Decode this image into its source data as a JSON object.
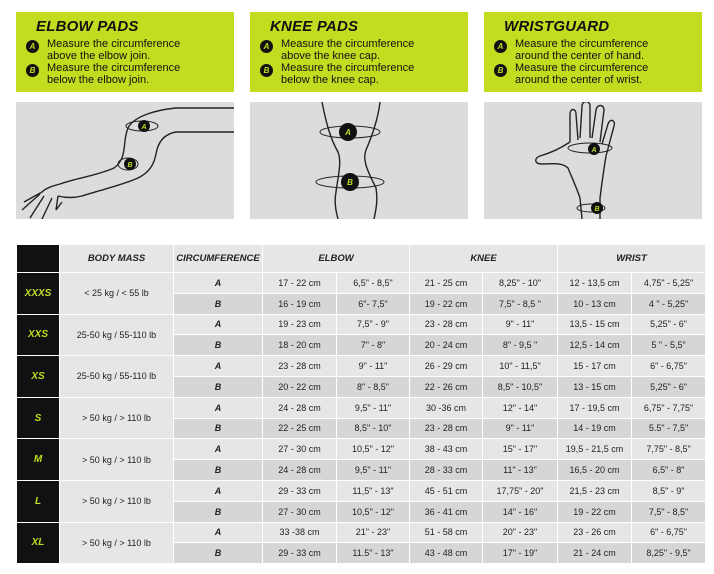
{
  "panels": [
    {
      "title": "ELBOW PADS",
      "a_text": "Measure the circumference above the elbow join.",
      "b_text": "Measure the circumference below the elbow join."
    },
    {
      "title": "KNEE PADS",
      "a_text": "Measure the circumference above the knee cap.",
      "b_text": "Measure the circumference below the knee cap."
    },
    {
      "title": "WRISTGUARD",
      "a_text": "Measure the circumference around the center of hand.",
      "b_text": "Measure the circumference around the center of wrist."
    }
  ],
  "badge_a": "A",
  "badge_b": "B",
  "colors": {
    "accent": "#c3dc1f",
    "dark": "#111111",
    "cell_light": "#e6e6e6",
    "cell_dark": "#d6d6d6",
    "illustration_bg": "#dcdcdc"
  },
  "table": {
    "headers": {
      "body_mass": "BODY MASS",
      "circumference": "CIRCUMFERENCE",
      "elbow": "ELBOW",
      "knee": "KNEE",
      "wrist": "WRIST"
    },
    "sizes": [
      {
        "size": "XXXS",
        "mass": "< 25 kg  / < 55 lb",
        "a": {
          "label": "A",
          "elbow_cm": "17 - 22 cm",
          "elbow_in": "6,5\" - 8,5\"",
          "knee_cm": "21 - 25 cm",
          "knee_in": "8,25\" - 10\"",
          "wrist_cm": "12 - 13,5 cm",
          "wrist_in": "4,75\" - 5,25\""
        },
        "b": {
          "label": "B",
          "elbow_cm": "16 - 19 cm",
          "elbow_in": "6\"- 7,5\"",
          "knee_cm": "19 - 22 cm",
          "knee_in": "7,5\" - 8,5 \"",
          "wrist_cm": "10 - 13 cm",
          "wrist_in": "4 \" -  5,25\""
        }
      },
      {
        "size": "XXS",
        "mass": "25-50 kg / 55-110 lb",
        "a": {
          "label": "A",
          "elbow_cm": "19 - 23 cm",
          "elbow_in": "7,5\" - 9\"",
          "knee_cm": "23 - 28 cm",
          "knee_in": "9\" - 11\"",
          "wrist_cm": "13,5 - 15 cm",
          "wrist_in": "5,25\" - 6\""
        },
        "b": {
          "label": "B",
          "elbow_cm": "18 - 20 cm",
          "elbow_in": "7\" - 8\"",
          "knee_cm": "20 - 24 cm",
          "knee_in": "8\" - 9,5 \"",
          "wrist_cm": "12,5 - 14 cm",
          "wrist_in": "5 \" -  5,5\""
        }
      },
      {
        "size": "XS",
        "mass": "25-50 kg / 55-110 lb",
        "a": {
          "label": "A",
          "elbow_cm": "23 - 28 cm",
          "elbow_in": "9\" - 11\"",
          "knee_cm": "26 - 29 cm",
          "knee_in": "10\" - 11,5\"",
          "wrist_cm": "15 - 17 cm",
          "wrist_in": "6\" - 6,75\""
        },
        "b": {
          "label": "B",
          "elbow_cm": "20 - 22 cm",
          "elbow_in": "8\" - 8,5\"",
          "knee_cm": "22 - 26 cm",
          "knee_in": "8,5\" - 10,5\"",
          "wrist_cm": "13 - 15 cm",
          "wrist_in": "5,25\" -  6\""
        }
      },
      {
        "size": "S",
        "mass": "> 50 kg / > 110 lb",
        "a": {
          "label": "A",
          "elbow_cm": "24 - 28 cm",
          "elbow_in": "9,5\" - 11\"",
          "knee_cm": "30 -36 cm",
          "knee_in": "12\" - 14\"",
          "wrist_cm": "17 - 19,5 cm",
          "wrist_in": "6,75\" - 7,75\""
        },
        "b": {
          "label": "B",
          "elbow_cm": "22 - 25 cm",
          "elbow_in": "8,5\" - 10\"",
          "knee_cm": "23 - 28 cm",
          "knee_in": "9\" - 11\"",
          "wrist_cm": "14  - 19 cm",
          "wrist_in": "5.5\" - 7,5\""
        }
      },
      {
        "size": "M",
        "mass": "> 50 kg / > 110 lb",
        "a": {
          "label": "A",
          "elbow_cm": "27 - 30 cm",
          "elbow_in": "10,5\" - 12\"",
          "knee_cm": "38 - 43 cm",
          "knee_in": "15\" - 17\"",
          "wrist_cm": "19,5 - 21,5 cm",
          "wrist_in": "7,75\" - 8,5\""
        },
        "b": {
          "label": "B",
          "elbow_cm": "24 - 28 cm",
          "elbow_in": "9,5\" - 11\"",
          "knee_cm": "28 - 33 cm",
          "knee_in": "11\" - 13\"",
          "wrist_cm": "16,5 - 20 cm",
          "wrist_in": "6,5\" - 8\""
        }
      },
      {
        "size": "L",
        "mass": "> 50 kg / > 110 lb",
        "a": {
          "label": "A",
          "elbow_cm": "29 - 33 cm",
          "elbow_in": "11,5\" - 13\"",
          "knee_cm": "45 - 51 cm",
          "knee_in": "17,75\" - 20\"",
          "wrist_cm": "21,5 - 23 cm",
          "wrist_in": "8,5\" - 9\""
        },
        "b": {
          "label": "B",
          "elbow_cm": "27 - 30 cm",
          "elbow_in": "10,5\" - 12\"",
          "knee_cm": "36 - 41 cm",
          "knee_in": "14\" - 16\"",
          "wrist_cm": "19 - 22 cm",
          "wrist_in": "7,5\" -  8,5\""
        }
      },
      {
        "size": "XL",
        "mass": "> 50 kg / > 110 lb",
        "a": {
          "label": "A",
          "elbow_cm": "33 -38 cm",
          "elbow_in": "21\" - 23\"",
          "knee_cm": "51 - 58 cm",
          "knee_in": "20\" - 23\"",
          "wrist_cm": "23 - 26 cm",
          "wrist_in": "6\" - 6,75\""
        },
        "b": {
          "label": "B",
          "elbow_cm": "29 - 33 cm",
          "elbow_in": "11.5\" - 13\"",
          "knee_cm": "43 - 48 cm",
          "knee_in": "17\" - 19\"",
          "wrist_cm": "21 - 24 cm",
          "wrist_in": "8,25\" - 9,5\""
        }
      }
    ]
  }
}
